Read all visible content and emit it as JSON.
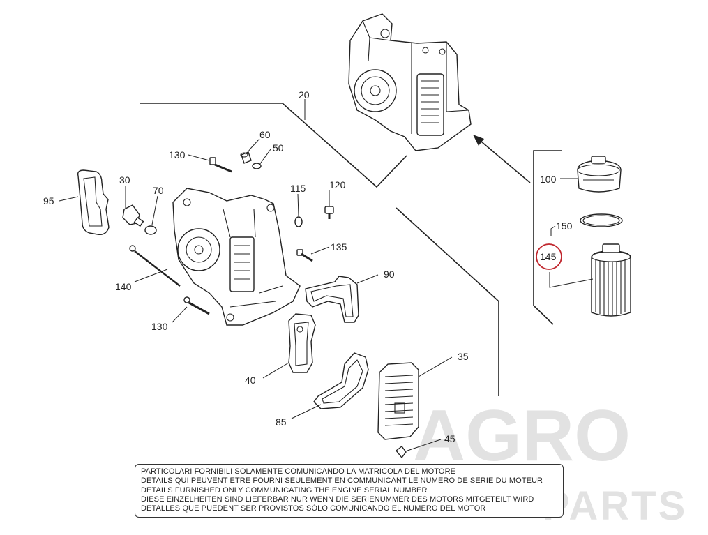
{
  "labels": {
    "p20": "20",
    "p60": "60",
    "p50": "50",
    "p130a": "130",
    "p30": "30",
    "p70": "70",
    "p95": "95",
    "p115": "115",
    "p120": "120",
    "p135": "135",
    "p140": "140",
    "p130b": "130",
    "p90": "90",
    "p40": "40",
    "p35": "35",
    "p85": "85",
    "p45": "45",
    "p100": "100",
    "p150": "150",
    "p145": "145"
  },
  "highlight": {
    "part": "145",
    "color": "#c0262d"
  },
  "notice": [
    "PARTICOLARI FORNIBILI SOLAMENTE COMUNICANDO LA MATRICOLA DEL MOTORE",
    "DETAILS QUI PEUVENT ETRE FOURNI SEULEMENT EN COMMUNICANT LE NUMERO DE SERIE DU MOTEUR",
    "DETAILS FURNISHED ONLY COMMUNICATING THE ENGINE SERIAL NUMBER",
    "DIESE EINZELHEITEN SIND LIEFERBAR NUR WENN DIE SERIENUMMER DES MOTORS MITGETEILT WIRD",
    "DETALLES QUE PUEDENT SER PROVISTOS SÓLO COMUNICANDO EL NUMERO DEL MOTOR"
  ],
  "watermark": {
    "line1": "AGRO",
    "line2": "PARTS"
  }
}
